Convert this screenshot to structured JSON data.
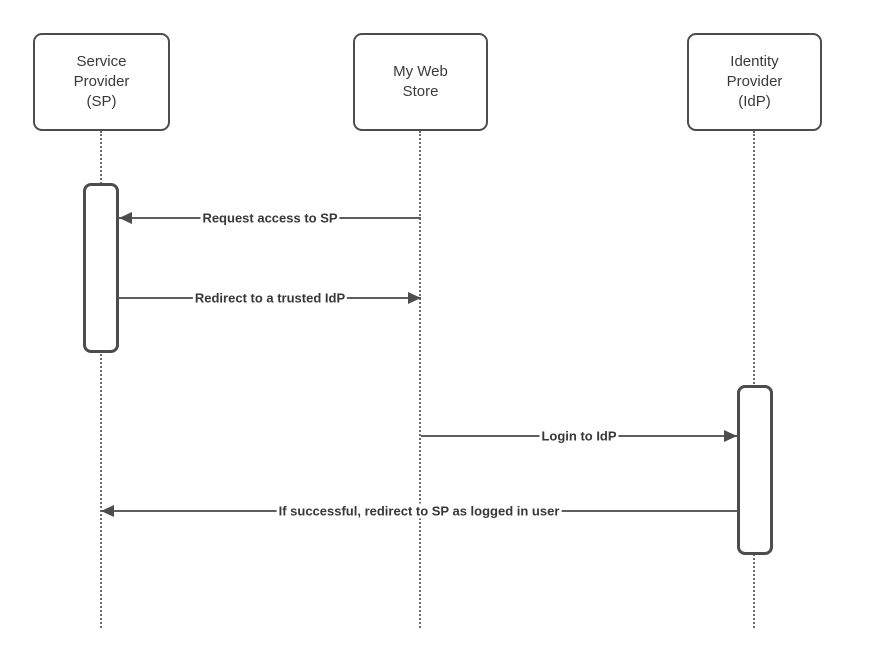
{
  "diagram": {
    "type": "sequence",
    "colors": {
      "background": "#ffffff",
      "shape_stroke": "#4d4d4d",
      "line": "#5e5e5e",
      "text": "#383838"
    },
    "actors": [
      {
        "id": "service-provider",
        "label": "Service\nProvider\n(SP)"
      },
      {
        "id": "my-web-store",
        "label": "My Web\nStore"
      },
      {
        "id": "identity-provider",
        "label": "Identity\nProvider\n(IdP)"
      }
    ],
    "messages": [
      {
        "label": "Request access to SP",
        "from": "My Web Store",
        "to": "Service Provider (SP)",
        "direction": "left"
      },
      {
        "label": "Redirect to a trusted IdP",
        "from": "Service Provider (SP)",
        "to": "My Web Store",
        "direction": "right"
      },
      {
        "label": "Login to IdP",
        "from": "My Web Store",
        "to": "Identity Provider (IdP)",
        "direction": "right"
      },
      {
        "label": "If successful, redirect to SP as logged in user",
        "from": "Identity Provider (IdP)",
        "to": "Service Provider (SP)",
        "direction": "left"
      }
    ]
  }
}
